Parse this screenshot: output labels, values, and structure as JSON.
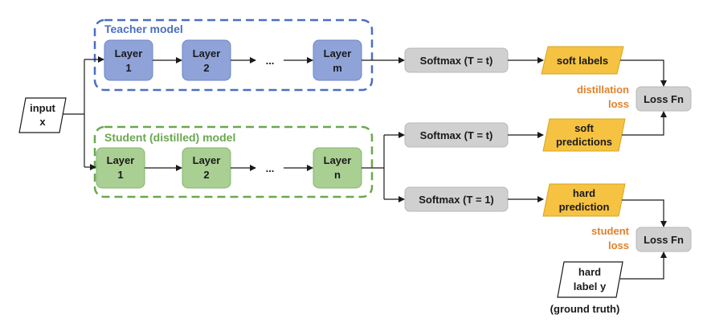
{
  "teacher": {
    "title": "Teacher model",
    "layers": [
      {
        "line1": "Layer",
        "line2": "1"
      },
      {
        "line1": "Layer",
        "line2": "2"
      },
      {
        "line1": "Layer",
        "line2": "m"
      }
    ],
    "ellipsis": "..."
  },
  "student": {
    "title": "Student (distilled) model",
    "layers": [
      {
        "line1": "Layer",
        "line2": "1"
      },
      {
        "line1": "Layer",
        "line2": "2"
      },
      {
        "line1": "Layer",
        "line2": "n"
      }
    ],
    "ellipsis": "..."
  },
  "input": {
    "line1": "input",
    "line2": "x"
  },
  "softmax": {
    "teacher": "Softmax (T = t)",
    "student_soft": "Softmax (T = t)",
    "student_hard": "Softmax (T = 1)"
  },
  "outputs": {
    "soft_labels": "soft labels",
    "soft_predictions": {
      "line1": "soft",
      "line2": "predictions"
    },
    "hard_prediction": {
      "line1": "hard",
      "line2": "prediction"
    }
  },
  "losses": {
    "distillation": {
      "line1": "distillation",
      "line2": "loss"
    },
    "student": {
      "line1": "student",
      "line2": "loss"
    },
    "loss_fn_1": "Loss Fn",
    "loss_fn_2": "Loss Fn"
  },
  "hard_label": {
    "line1": "hard",
    "line2": "label y",
    "caption": "(ground truth)"
  },
  "colors": {
    "teacher_box": "#8fa3d9",
    "teacher_border": "#4a6fc0",
    "student_box": "#a9cf93",
    "student_border": "#6aa84f",
    "softmax_box": "#d0d0d0",
    "output_fill": "#f5c242",
    "accent_orange": "#e0822d"
  }
}
